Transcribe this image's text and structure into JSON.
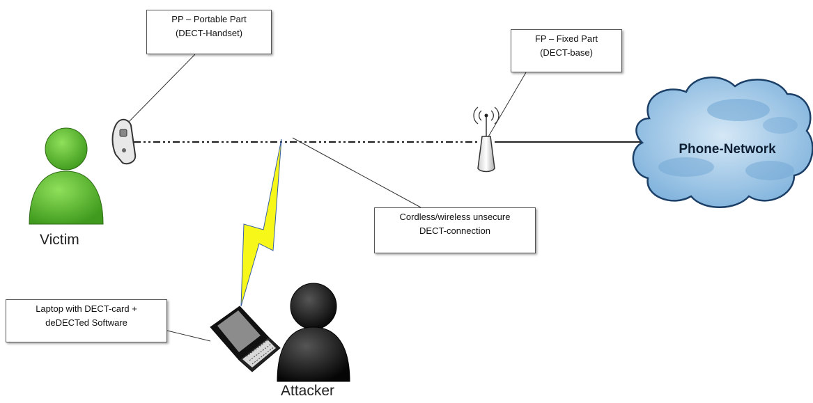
{
  "boxes": {
    "pp": {
      "line1": "PP – Portable Part",
      "line2": "(DECT-Handset)"
    },
    "fp": {
      "line1": "FP – Fixed Part",
      "line2": "(DECT-base)"
    },
    "connection": {
      "line1": "Cordless/wireless unsecure",
      "line2": "DECT-connection"
    },
    "laptop": {
      "line1": "Laptop with DECT-card +",
      "line2": "deDECTed Software"
    }
  },
  "actors": {
    "victim": "Victim",
    "attacker": "Attacker"
  },
  "cloud": {
    "label": "Phone-Network"
  },
  "colors": {
    "victim": "#5cb82e",
    "attacker": "#111111",
    "lightning": "#f7f71a",
    "cloud_fill": "#a9cce8",
    "cloud_edge": "#1b3f66"
  },
  "icons": [
    "person-icon",
    "phone-handset-icon",
    "antenna-base-icon",
    "laptop-icon",
    "lightning-icon",
    "cloud-icon"
  ]
}
